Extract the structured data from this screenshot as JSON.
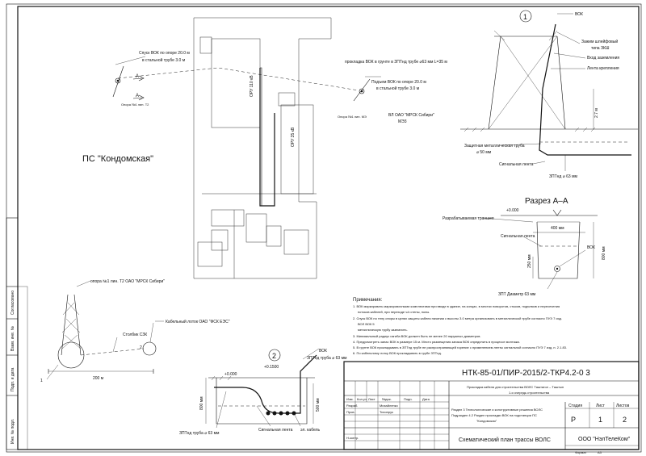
{
  "plan": {
    "substation_label": "ПС \"Кондомская\"",
    "ory110": "ОРУ 110 кВ",
    "ory35": "ОРУ 35 кВ",
    "descent_left_1": "Спуск ВОК по опоре 20.0 м",
    "descent_left_2": "в стальной трубе 3.0 м",
    "section_mark": "А",
    "support_left": "Опора №1 лин. Т2",
    "laying_note": "прокладка ВОК в грунте в ЗПТнд трубе ⌀63 мм L=35 м",
    "lift_1": "Подъем ВОК по опоре 20.0 м",
    "lift_2": "в стальной трубе 3.0 м",
    "support_right": "Опора №1 лин. МЭ",
    "vl_label_1": "ВЛ ОАО \"МРСК Сибири\"",
    "vl_label_2": "МЭ3"
  },
  "detail1": {
    "number": "1",
    "vok": "ВОК",
    "clamp_1": "Зажим шлейфовый",
    "clamp_2": "типа ЗКШ",
    "grounding": "Вход заземления",
    "tape": "Лента крепления",
    "height": "2.7 м",
    "steel_pipe_1": "Защитная металлическая труба",
    "steel_pipe_2": "⌀ 50 мм",
    "signal_tape": "Сигнальная лента",
    "hdpe": "ЗПТнд ⌀ 63 мм"
  },
  "section_aa": {
    "title": "Разрез А–А",
    "level": "+0.000",
    "ground": "Разрабатываемая траншея",
    "signal_tape": "Сигнальная лента",
    "width": "400 мм",
    "depth": "800 мм",
    "d250": "250 мм",
    "vok": "ВОК",
    "pipe": "ЗПТ Диаметр 63 мм"
  },
  "support_t2": {
    "label": "опора №1 лин. Т2 ОАО \"МРСК Сибири\"",
    "cable_tray": "Кабельный лоток ОАО \"ФСК ЕЭС\"",
    "post": "Столбик СЗК",
    "distance": "200 м",
    "n1": "1",
    "n2": "2"
  },
  "detail2": {
    "number": "2",
    "vok": "ВОК",
    "hdpe_top": "ЗПТнд труба ⌀ 63 мм",
    "level_top": "+0.1500",
    "level": "+0.000",
    "d800": "800 мм",
    "d500": "500 мм",
    "signal_tape": "Сигнальная лента",
    "cable": "эл. кабель",
    "hdpe_bottom": "ЗПТнд труба ⌀ 63 мм"
  },
  "notes": {
    "title": "Примечания:",
    "items": [
      "1. ВОК маркировать маркировочными комплектами при вводе в здание, на концах, в местах поворотов, стыков, подъемов и пересечения",
      "потоков кабелей, при переходе ч/з стены, полы.",
      "2. Спуск ВОК по телу опоры в целях защиты кабеля начиная с высоты 3.0 метра организовать в металлической трубе согласно ПУЭ 7 изд.",
      "ВОЛ ВОК 5",
      "металлическую трубу заземлить.",
      "3. Минимальный радиус изгиба ВОК должен быть не менее 20 наружных диаметров.",
      "4. Предусмотреть запас ВОК в размере 15 м. Место размещения запаса ВОК определить в процессе монтажа.",
      "5. В грунте ВОК прокладывать в ЗПТнд трубе не распространяющей горение с применением ленты сигнальной согласно ПУЭ 7 изд. п. 2.1.83.",
      "6. По кабельному лотку ВОК прокладывать в трубе ЗПТнд."
    ]
  },
  "stamp": {
    "code": "НТК-85-01/ПИР-2015/2-ТКР4.2-0 3",
    "project_1": "Прокладка кабеля для строительства ВОЛС Таштагол – Таштып",
    "project_2": "1-я очередь строительства",
    "cols": [
      "Изм.",
      "Кол.уч",
      "Лист",
      "№док.",
      "Подп.",
      "Дата"
    ],
    "role_dev": "Разраб.",
    "name_dev": "Михайленко",
    "role_check": "Пров.",
    "name_check": "Тихонрук",
    "role_nk": "Н.контр.",
    "section_1": "Раздел 3 Технологические и конструктивные решения ВОЛС",
    "section_2": "Подраздел 4.2 Раздел прокладки ВОК на подстанции ПС",
    "section_3": "\"Кондомская\"",
    "stage_h": "Стадия",
    "sheet_h": "Лист",
    "sheets_h": "Листов",
    "stage": "Р",
    "sheet": "1",
    "sheets": "2",
    "drawing": "Схематический план трассы ВОЛС",
    "org": "ООО \"НэлТелеКом\"",
    "format_label": "Формат",
    "format": "А3"
  },
  "sidebar": {
    "items": [
      "Согласовано",
      "Взам. инв. №",
      "Подп. и дата",
      "Инв. № подл."
    ]
  }
}
